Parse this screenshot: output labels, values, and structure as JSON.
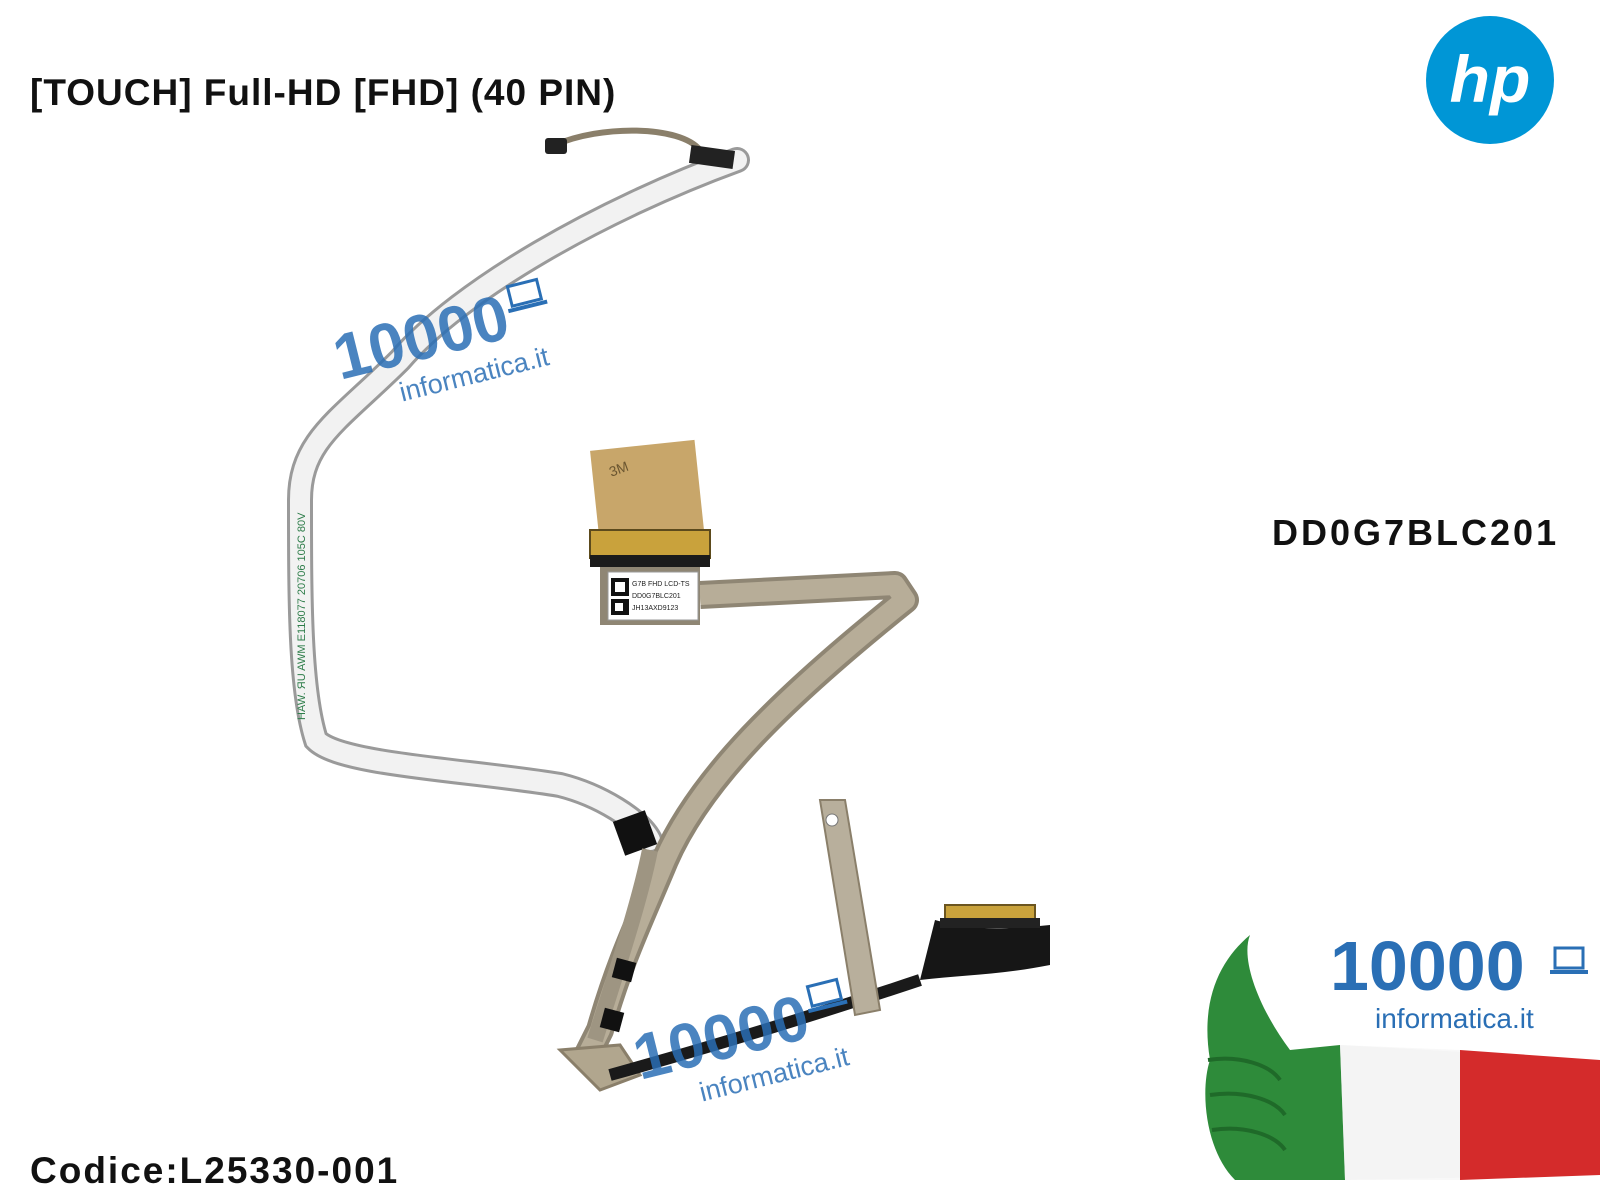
{
  "product": {
    "title": "[TOUCH] Full-HD [FHD] (40 PIN)",
    "part_number": "DD0G7BLC201",
    "code": "Codice:L25330-001"
  },
  "brand": {
    "logo_text": "hp",
    "logo_color": "#0096d6"
  },
  "watermark": {
    "number": "10000",
    "site": "informatica.it",
    "color": "#2a6fb5"
  },
  "cable_label": {
    "line1": "G7B FHD LCD-TS",
    "line2": "DD0G7BLC201",
    "line3": "JH13AXD9123"
  },
  "ffc_print": "HAW. ЯU AWM E118077 20706 105C 80V",
  "flag_colors": {
    "green": "#2e8b3a",
    "white": "#f4f4f4",
    "red": "#d42b2b"
  }
}
